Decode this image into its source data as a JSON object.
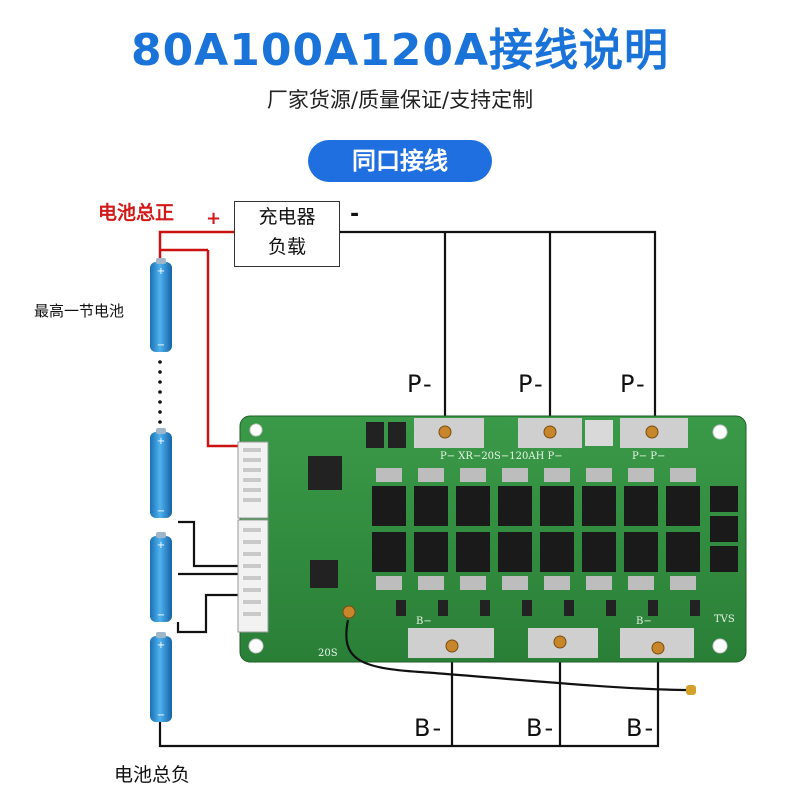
{
  "header": {
    "title": "80A100A120A接线说明",
    "subtitle": "厂家货源/质量保证/支持定制",
    "mode_button": "同口接线"
  },
  "labels": {
    "battery_positive": "电池总正",
    "plus_sign": "+",
    "minus_sign": "-",
    "load_line1": "充电器",
    "load_line2": "负载",
    "top_cell": "最高一节电池",
    "battery_negative": "电池总负"
  },
  "terminals": {
    "p_labels": [
      "P-",
      "P-",
      "P-"
    ],
    "b_labels": [
      "B-",
      "B-",
      "B-"
    ]
  },
  "board": {
    "silk_model": "P−  XR−20S−120AH  P−",
    "silk_p_right": "P−   P−",
    "silk_20s": "20S",
    "silk_tvs": "TVS",
    "silk_b1": "B−",
    "silk_b2": "B−"
  },
  "colors": {
    "title": "#1a73d9",
    "pill": "#1f6fe0",
    "positive_wire": "#cc1111",
    "board_green": "#2e8b3e",
    "battery_blue": "#2a8fd4"
  }
}
